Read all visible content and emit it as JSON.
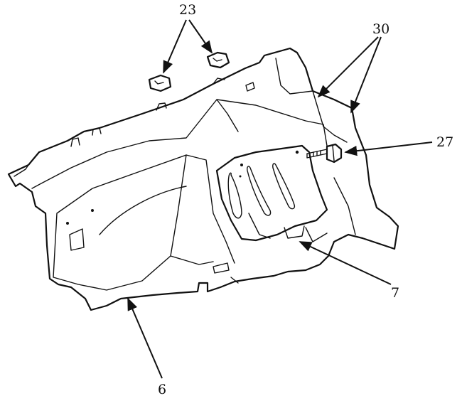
{
  "callouts": {
    "c23": "23",
    "c30": "30",
    "c27": "27",
    "c7": "7",
    "c6": "6"
  }
}
